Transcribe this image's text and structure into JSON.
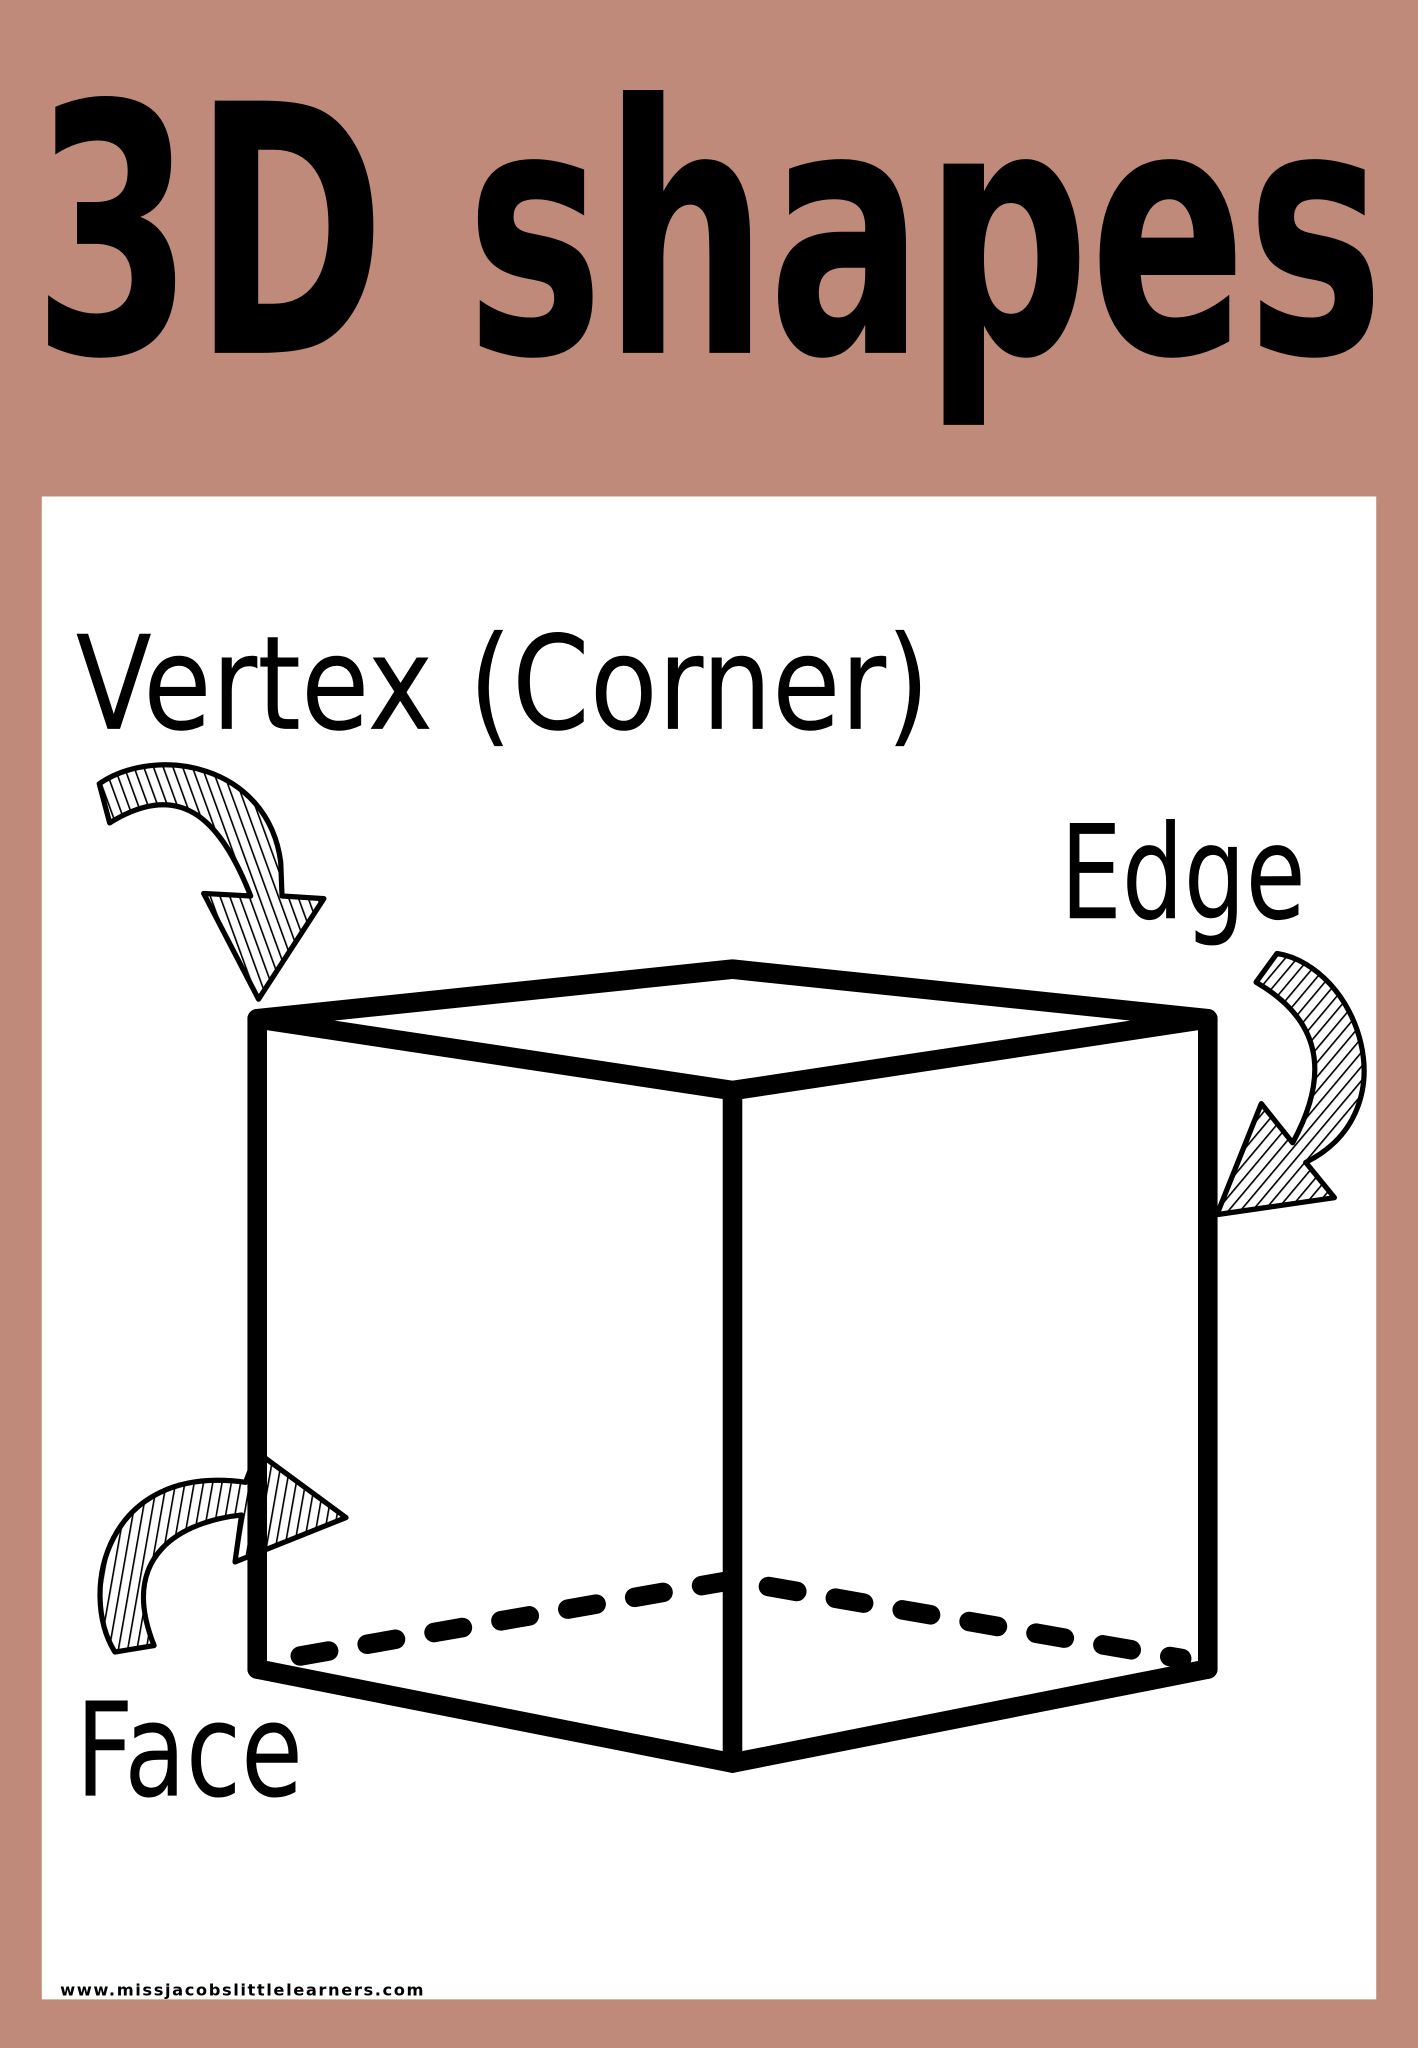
{
  "title": "3D shapes",
  "labels": {
    "vertex": "Vertex (Corner)",
    "edge": "Edge",
    "face": "Face"
  },
  "footer": "www.missjacobslittlelearners.com",
  "colors": {
    "background": "#bf8a79",
    "panel": "#ffffff",
    "ink": "#000000"
  },
  "icons": [
    "hatched-curved-arrow-vertex",
    "hatched-curved-arrow-edge",
    "hatched-curved-arrow-face"
  ]
}
